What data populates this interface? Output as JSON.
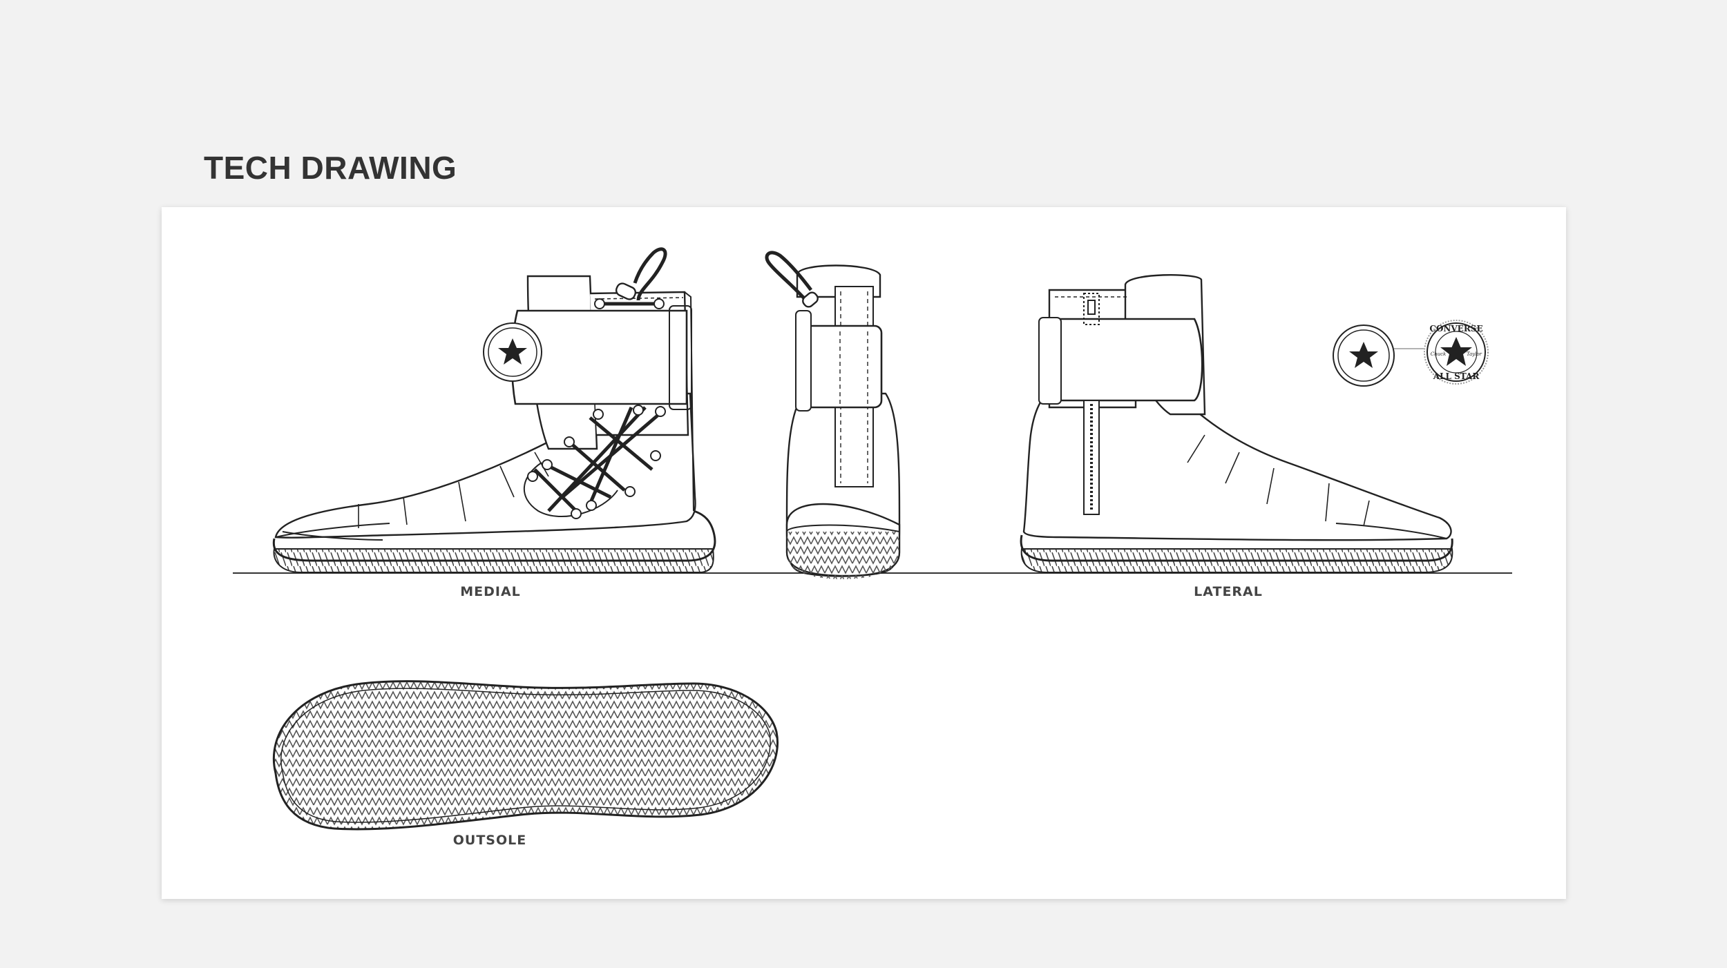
{
  "page": {
    "title": "TECH DRAWING"
  },
  "views": {
    "medial_label": "MEDIAL",
    "lateral_label": "LATERAL",
    "outsole_label": "OUTSOLE"
  },
  "badge": {
    "top_text": "CONVERSE",
    "bottom_text": "ALL STAR",
    "signature_left": "Chuck",
    "signature_right": "Taylor"
  },
  "colors": {
    "background": "#f2f2f2",
    "sheet": "#ffffff",
    "line": "#222222",
    "title": "#333333"
  }
}
